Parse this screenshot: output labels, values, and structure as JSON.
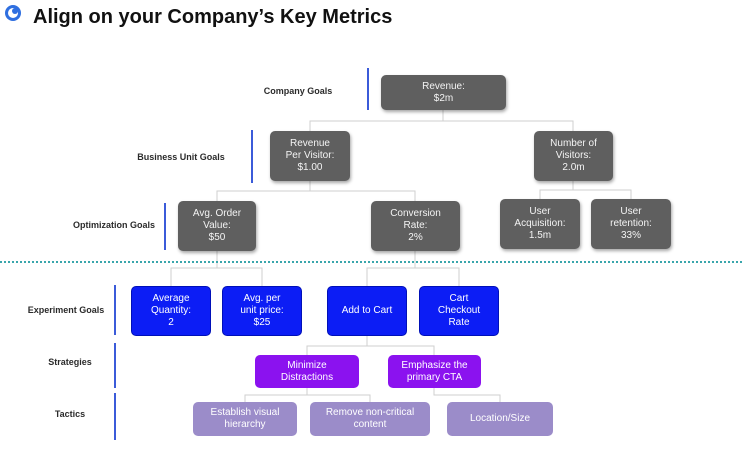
{
  "title": "Align on your Company’s Key Metrics",
  "row_labels": {
    "company": "Company Goals",
    "business_unit": "Business Unit  Goals",
    "optimization": "Optimization Goals",
    "experiment": "Experiment  Goals",
    "strategies": "Strategies",
    "tactics": "Tactics"
  },
  "nodes": {
    "revenue": "Revenue:\n$2m",
    "revenue_per_visitor": "Revenue\nPer Visitor:\n$1.00",
    "number_of_visitors": "Number of\nVisitors:\n2.0m",
    "avg_order_value": "Avg. Order\nValue:\n$50",
    "conversion_rate": "Conversion\nRate:\n2%",
    "user_acquisition": "User\nAcquisition:\n1.5m",
    "user_retention": "User\nretention:\n33%",
    "average_quantity": "Average\nQuantity:\n2",
    "avg_per_unit_price": "Avg. per\nunit price:\n$25",
    "add_to_cart": "Add to Cart",
    "cart_checkout_rate": "Cart\nCheckout\nRate",
    "minimize_distractions": "Minimize\nDistractions",
    "emphasize_primary_cta": "Emphasize the\nprimary CTA",
    "establish_visual_hierarchy": "Establish visual\nhierarchy",
    "remove_non_critical_content": "Remove non-critical\ncontent",
    "location_size": "Location/Size"
  },
  "colors": {
    "metric_box": "#5f5f5f",
    "experiment_box": "#0c1df5",
    "strategy_box": "#8b12ef",
    "tactic_box": "#9b8cc9",
    "separator": "#3aa6ac",
    "row_divider": "#3b5bd9"
  }
}
